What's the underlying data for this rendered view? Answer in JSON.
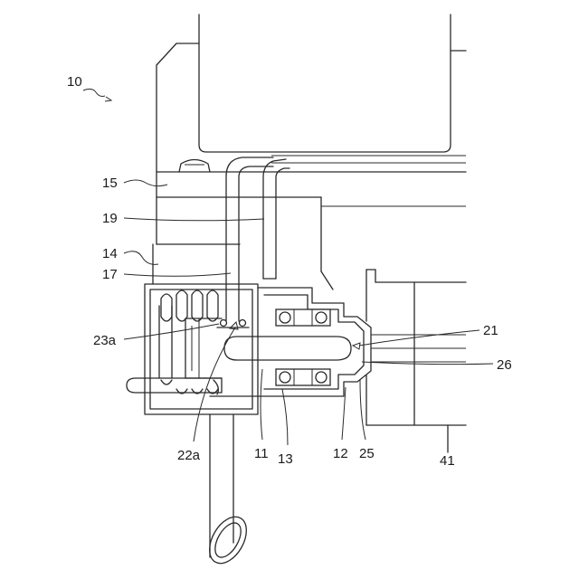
{
  "figure": {
    "assembly_label": "10",
    "labels": [
      {
        "id": "15",
        "text": "15"
      },
      {
        "id": "19",
        "text": "19"
      },
      {
        "id": "14",
        "text": "14"
      },
      {
        "id": "17",
        "text": "17"
      },
      {
        "id": "23a",
        "text": "23a"
      },
      {
        "id": "21",
        "text": "21"
      },
      {
        "id": "26",
        "text": "26"
      },
      {
        "id": "22a",
        "text": "22a"
      },
      {
        "id": "11",
        "text": "11"
      },
      {
        "id": "13",
        "text": "13"
      },
      {
        "id": "12",
        "text": "12"
      },
      {
        "id": "25",
        "text": "25"
      },
      {
        "id": "41",
        "text": "41"
      }
    ]
  }
}
